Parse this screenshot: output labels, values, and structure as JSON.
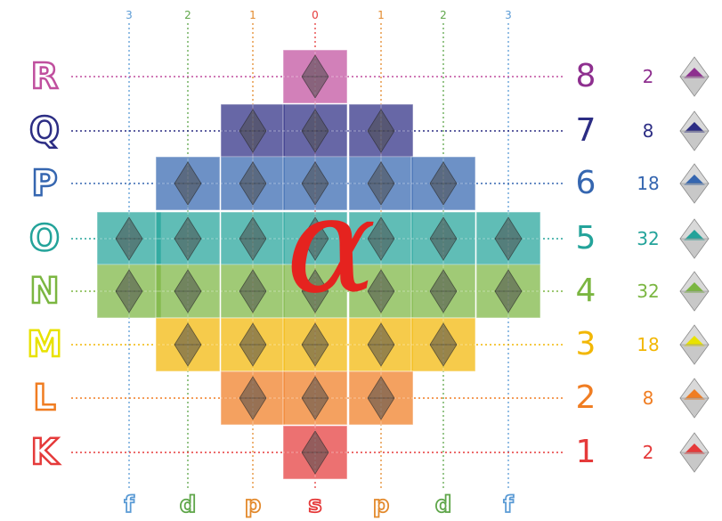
{
  "colors": {
    "1": "#e53a3a",
    "2": "#f07d22",
    "3": "#f2b705",
    "4": "#7bb641",
    "5": "#23a39a",
    "6": "#3566b0",
    "7": "#2c2d84",
    "8": "#8e2f8f",
    "r": "#c04f9e",
    "m": "#e8e200",
    "topOrange": "#e38a2d",
    "topGreen": "#5fa64a",
    "topBlue": "#5b9bd5",
    "topRed": "#e53a3a"
  },
  "top_labels": [
    "3",
    "2",
    "1",
    "0",
    "1",
    "2",
    "3"
  ],
  "bottom_labels": [
    "f",
    "d",
    "p",
    "s",
    "p",
    "d",
    "f"
  ],
  "center_symbol": "α",
  "rows": [
    {
      "shell": "R",
      "n": "8",
      "count": "2"
    },
    {
      "shell": "Q",
      "n": "7",
      "count": "8"
    },
    {
      "shell": "P",
      "n": "6",
      "count": "18"
    },
    {
      "shell": "O",
      "n": "5",
      "count": "32"
    },
    {
      "shell": "N",
      "n": "4",
      "count": "32"
    },
    {
      "shell": "M",
      "n": "3",
      "count": "18"
    },
    {
      "shell": "L",
      "n": "2",
      "count": "8"
    },
    {
      "shell": "K",
      "n": "1",
      "count": "2"
    }
  ]
}
